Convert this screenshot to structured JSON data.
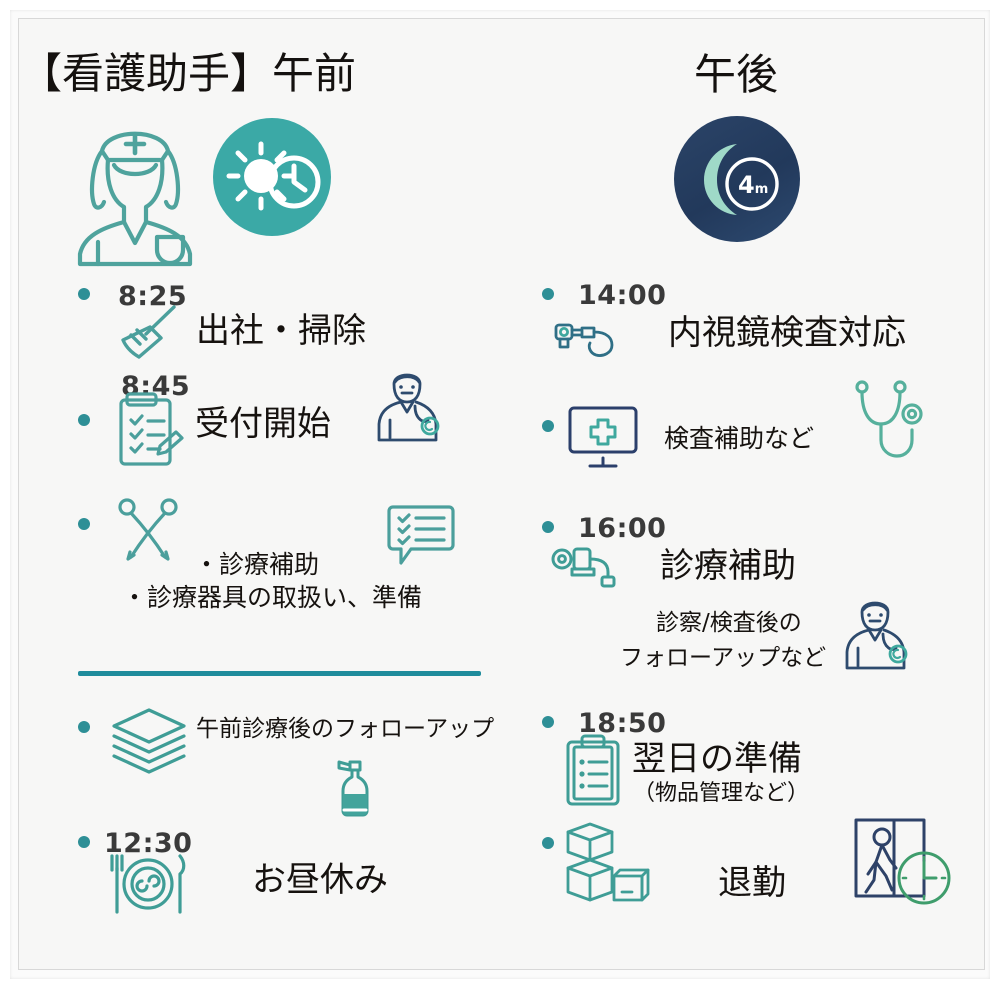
{
  "document": {
    "kind": "schedule-infographic",
    "background_color": "#f7f7f6",
    "accent_teal": "#2e8f96",
    "accent_navy": "#2b4468",
    "divider_color": "#1f8c9c"
  },
  "columns": {
    "morning": {
      "title": "【看護助手】午前",
      "header_icons": [
        {
          "name": "nurse-icon",
          "color": "#4fa39d"
        },
        {
          "name": "sun-clock-badge-icon",
          "color": "#3ba9a6"
        }
      ],
      "entries": [
        {
          "time": "8:25",
          "label": "出社・掃除",
          "icons": [
            "broom-icon"
          ]
        },
        {
          "time": "8:45",
          "label": "受付開始",
          "icons": [
            "clipboard-checklist-icon",
            "doctor-icon"
          ]
        },
        {
          "time": "",
          "label": "・診療補助",
          "label2": "・診療器具の取扱い、準備",
          "icons": [
            "crossed-instruments-icon",
            "checklist-speech-bubble-icon"
          ]
        }
      ],
      "divider": true,
      "entries_after_divider": [
        {
          "time": "",
          "label": "午前診療後のフォローアップ",
          "icons": [
            "stacked-papers-icon",
            "spray-bottle-icon"
          ]
        },
        {
          "time": "12:30",
          "label": "お昼休み",
          "icons": [
            "cutlery-plate-icon"
          ]
        }
      ]
    },
    "afternoon": {
      "title": "午後",
      "header_icons": [
        {
          "name": "moon-badge-icon",
          "color": "#2b4468",
          "badge_text": "4",
          "badge_unit": "m"
        }
      ],
      "entries": [
        {
          "time": "14:00",
          "label": "内視鏡検査対応",
          "icons": [
            "endoscope-icon"
          ]
        },
        {
          "time": "",
          "label": "検査補助など",
          "icons": [
            "monitor-medical-icon",
            "stethoscope-icon"
          ]
        },
        {
          "time": "16:00",
          "label": "診療補助",
          "label2": "診察/検査後の",
          "label3": "フォローアップなど",
          "icons": [
            "faucet-icon",
            "doctor-icon"
          ]
        },
        {
          "time": "18:50",
          "label": "翌日の準備",
          "label2": "（物品管理など）",
          "icons": [
            "clipboard-icon"
          ]
        },
        {
          "time": "",
          "label": "退勤",
          "icons": [
            "boxes-icon",
            "exit-person-clock-icon"
          ]
        }
      ]
    }
  }
}
